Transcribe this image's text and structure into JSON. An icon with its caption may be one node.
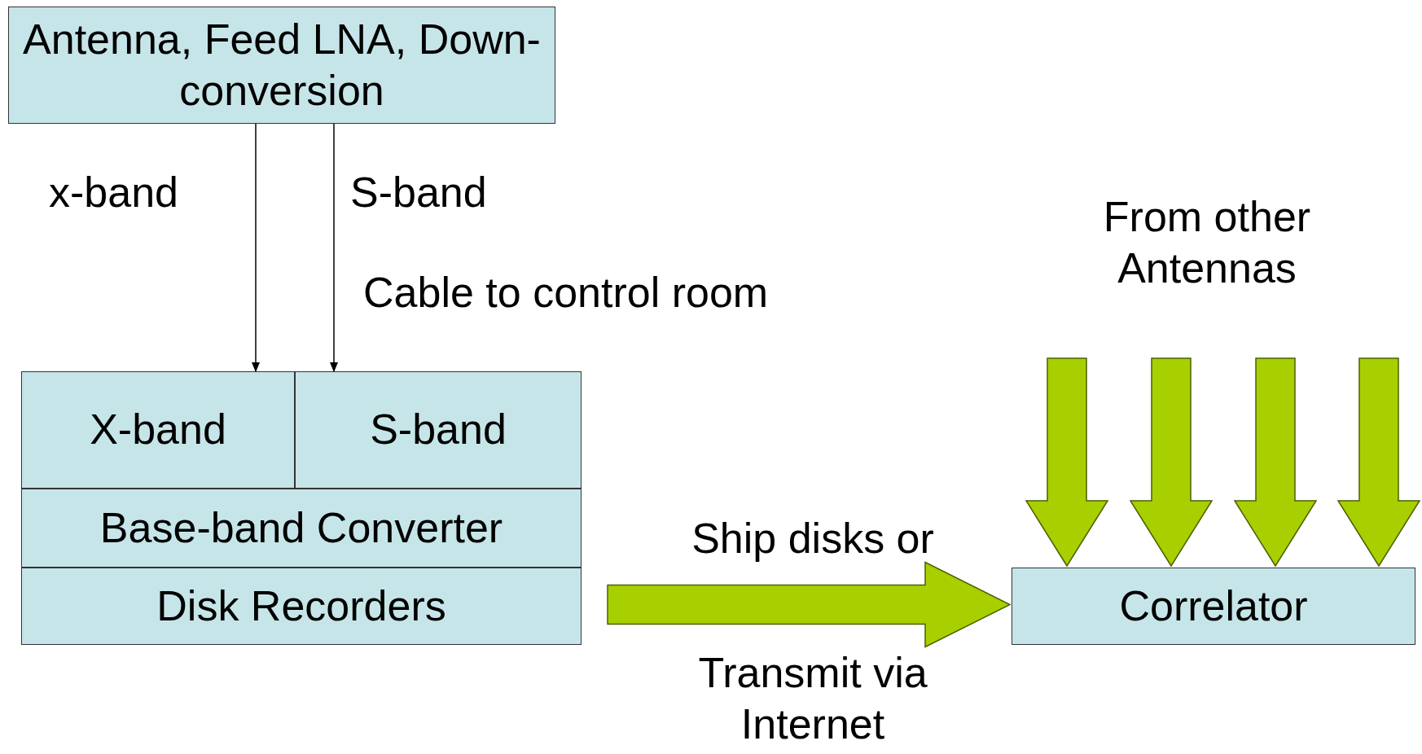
{
  "diagram": {
    "nodes": [
      {
        "text": [
          "Antenna, Feed LNA, Down-conversion"
        ]
      },
      {
        "text": [
          "X-band"
        ]
      },
      {
        "text": [
          "S-band"
        ]
      },
      {
        "text": [
          "Base-band Converter"
        ]
      },
      {
        "text": [
          "Disk Recorders"
        ]
      },
      {
        "text": [
          "Correlator"
        ]
      }
    ],
    "edges": [
      {
        "from": 0,
        "to": 1,
        "arrow": "to",
        "label": "x-band"
      },
      {
        "from": 0,
        "to": 2,
        "arrow": "to",
        "label": "S-band"
      },
      {
        "from": 4,
        "to": 5,
        "arrow": "to",
        "label": "Ship disks or Transmit via Internet",
        "style": "thick",
        "color": "#a8d000"
      },
      {
        "from": null,
        "to": 5,
        "arrow": "to",
        "style": "thick",
        "color": "#a8d000"
      },
      {
        "from": null,
        "to": 5,
        "arrow": "to",
        "style": "thick",
        "color": "#a8d000"
      },
      {
        "from": null,
        "to": 5,
        "arrow": "to",
        "style": "thick",
        "color": "#a8d000"
      },
      {
        "from": null,
        "to": 5,
        "arrow": "to",
        "style": "thick",
        "color": "#a8d000"
      }
    ],
    "labels": [
      "Cable to control room",
      "From other Antennas"
    ]
  }
}
